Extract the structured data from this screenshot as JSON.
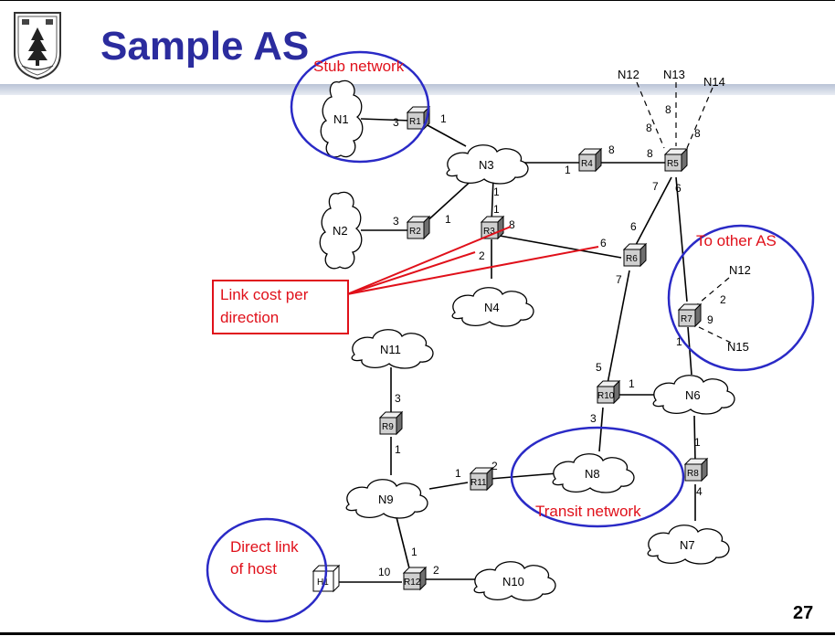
{
  "slide": {
    "title": "Sample AS",
    "page_number": "27"
  },
  "colors": {
    "title": "#2b2c9e",
    "annotation_red": "#e0101a",
    "annotation_blue": "#2a2ac6",
    "router_light": "#d0d0d0",
    "router_dark": "#8c8c8c"
  },
  "annotations": {
    "stub": "Stub network",
    "transit": "Transit network",
    "other_as": "To other AS",
    "link_cost_1": "Link cost per",
    "link_cost_2": "direction",
    "direct_1": "Direct link",
    "direct_2": "of host"
  },
  "routers": [
    "R1",
    "R2",
    "R3",
    "R4",
    "R5",
    "R6",
    "R7",
    "R8",
    "R9",
    "R10",
    "R11",
    "R12"
  ],
  "host": "H1",
  "networks": [
    "N1",
    "N2",
    "N3",
    "N4",
    "N6",
    "N7",
    "N8",
    "N9",
    "N10",
    "N11"
  ],
  "external_networks": [
    "N12",
    "N13",
    "N14",
    "N15"
  ],
  "costs": [
    "3",
    "1",
    "3",
    "1",
    "1",
    "8",
    "1",
    "2",
    "6",
    "8",
    "1",
    "8",
    "8",
    "8",
    "8",
    "7",
    "6",
    "6",
    "7",
    "2",
    "9",
    "1",
    "1",
    "5",
    "3",
    "1",
    "4",
    "3",
    "1",
    "1",
    "2",
    "1",
    "10",
    "2"
  ]
}
